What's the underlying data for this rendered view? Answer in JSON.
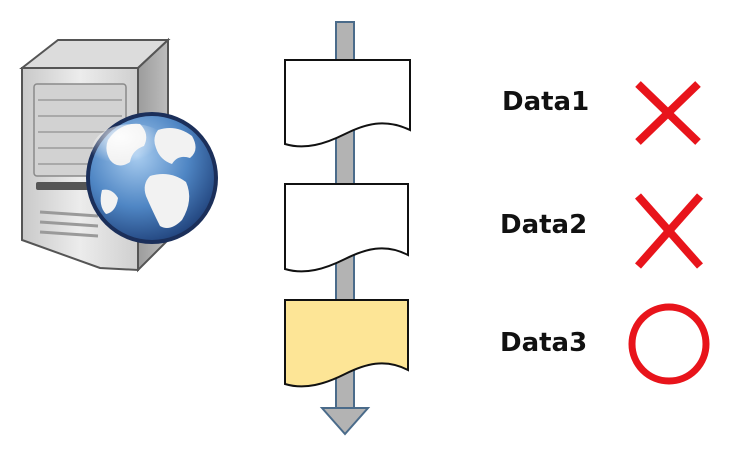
{
  "rows": [
    {
      "label": "Data1",
      "status": "rejected",
      "status_icon": "cross-icon"
    },
    {
      "label": "Data2",
      "status": "rejected",
      "status_icon": "cross-icon"
    },
    {
      "label": "Data3",
      "status": "accepted",
      "status_icon": "circle-icon"
    }
  ],
  "colors": {
    "mark_red": "#e8141b",
    "highlight_fill": "#fde596",
    "plain_fill": "#ffffff",
    "stream_fill": "#b3b3b3",
    "stream_stroke": "#4a6b8a"
  },
  "icons": {
    "server": "server-globe-icon"
  }
}
